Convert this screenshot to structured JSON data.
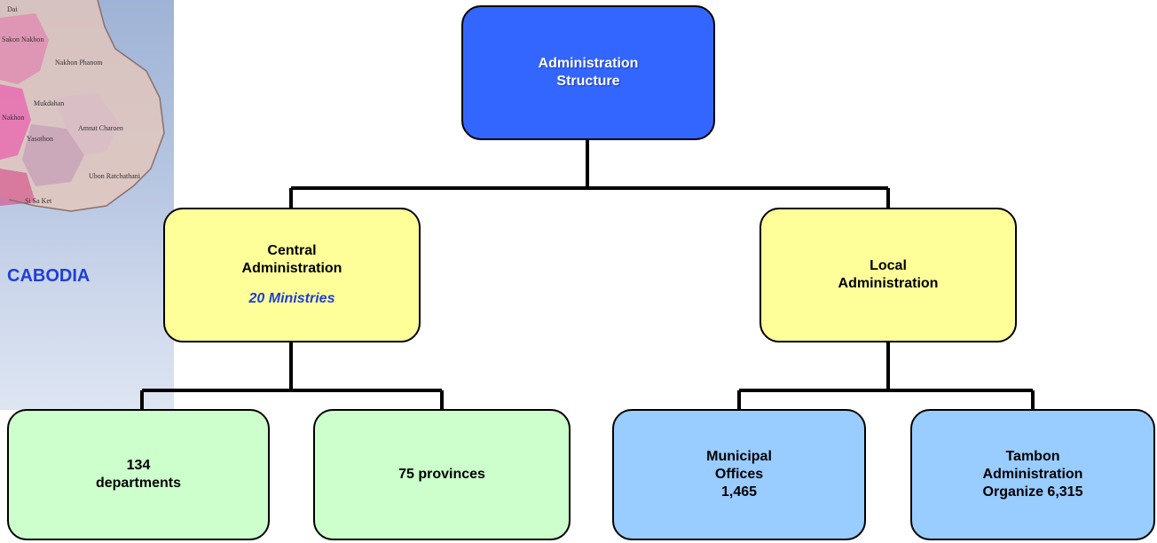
{
  "sidebar": {
    "country_label": "CABODIA",
    "map_place_names": [
      "Dai",
      "Sakon Nakhon",
      "Nakhon Phanom",
      "Mukdahan",
      "Yasothon",
      "Amnat Charoen",
      "Ubon Ratchathani",
      "Si Sa Ket",
      "Nakhon"
    ]
  },
  "diagram": {
    "root": {
      "lines": "Administration\nStructure"
    },
    "central": {
      "lines": "Central\nAdministration",
      "sub": "20 Ministries"
    },
    "local": {
      "lines": "Local\nAdministration"
    },
    "departments": {
      "lines": "134\ndepartments"
    },
    "provinces": {
      "lines": "75 provinces"
    },
    "municipal": {
      "lines": "Municipal\nOffices\n1,465"
    },
    "tambon": {
      "lines": "Tambon\nAdministration\nOrganize 6,315"
    }
  },
  "colors": {
    "root_fill": "#3366ff",
    "central_fill": "#ffff99",
    "leaf_green": "#ccffcc",
    "leaf_blue": "#99ccff",
    "accent_text": "#1f3fd6"
  }
}
